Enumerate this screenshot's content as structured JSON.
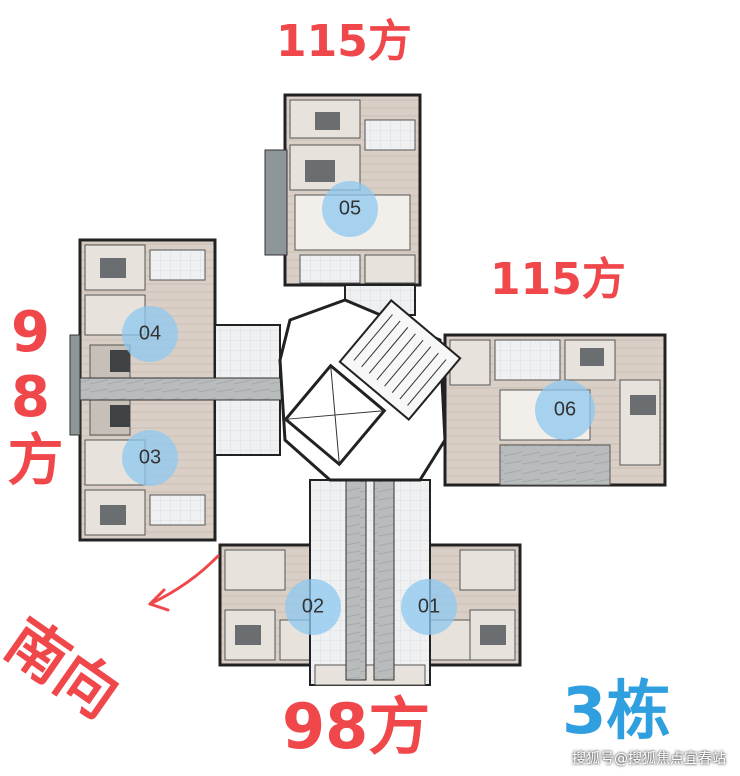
{
  "labels": {
    "top_area": "115方",
    "right_area": "115方",
    "left_area": "98方",
    "bottom_area": "98方",
    "direction": "南向",
    "building": "3栋"
  },
  "units": {
    "u01": "01",
    "u02": "02",
    "u03": "03",
    "u04": "04",
    "u05": "05",
    "u06": "06"
  },
  "watermark": "搜狐号@搜狐焦点宜春站",
  "colors": {
    "accent_red": "#f0474b",
    "accent_blue": "#2f9fe0",
    "unit_circle": "#8cc8f0"
  }
}
